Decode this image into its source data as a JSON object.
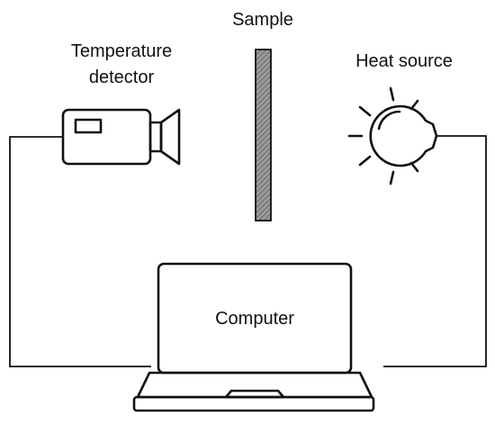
{
  "labels": {
    "sample": "Sample",
    "detector_line1": "Temperature",
    "detector_line2": "detector",
    "heat_source": "Heat source",
    "computer": "Computer"
  },
  "icons": {
    "detector": "video-camera-icon",
    "heat_source": "light-bulb-icon",
    "computer": "laptop-icon"
  },
  "colors": {
    "line": "#111111",
    "sample_fill": "#8a8a8a"
  }
}
